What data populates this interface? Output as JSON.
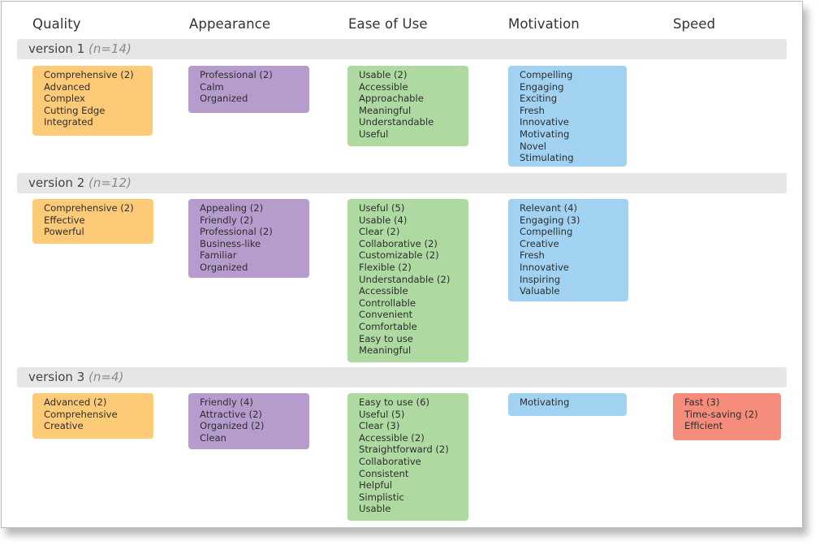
{
  "colors": {
    "quality": "#fdca77",
    "appearance": "#b69ccd",
    "ease_of_use": "#aed9a0",
    "motivation": "#a1d2f1",
    "speed": "#f68c7c",
    "version_bar": "#e6e6e6"
  },
  "columns": [
    "Quality",
    "Appearance",
    "Ease of Use",
    "Motivation",
    "Speed"
  ],
  "versions": [
    {
      "label": "version 1",
      "n": "(n=14)",
      "quality": [
        "Comprehensive (2)",
        "Advanced",
        "Complex",
        "Cutting Edge",
        "Integrated"
      ],
      "appearance": [
        "Professional (2)",
        "Calm",
        "Organized"
      ],
      "ease_of_use": [
        "Usable (2)",
        "Accessible",
        "Approachable",
        "Meaningful",
        "Understandable",
        "Useful"
      ],
      "motivation": [
        "Compelling",
        "Engaging",
        "Exciting",
        "Fresh",
        "Innovative",
        "Motivating",
        "Novel",
        "Stimulating"
      ],
      "speed": []
    },
    {
      "label": "version 2",
      "n": "(n=12)",
      "quality": [
        "Comprehensive (2)",
        "Effective",
        "Powerful"
      ],
      "appearance": [
        "Appealing (2)",
        "Friendly (2)",
        "Professional (2)",
        "Business-like",
        "Familiar",
        "Organized"
      ],
      "ease_of_use": [
        "Useful (5)",
        "Usable (4)",
        "Clear (2)",
        "Collaborative (2)",
        "Customizable (2)",
        "Flexible (2)",
        "Understandable (2)",
        "Accessible",
        "Controllable",
        "Convenient",
        "Comfortable",
        "Easy to use",
        "Meaningful"
      ],
      "motivation": [
        "Relevant (4)",
        "Engaging (3)",
        "Compelling",
        "Creative",
        "Fresh",
        "Innovative",
        "Inspiring",
        "Valuable"
      ],
      "speed": []
    },
    {
      "label": "version 3",
      "n": "(n=4)",
      "quality": [
        "Advanced (2)",
        "Comprehensive",
        "Creative"
      ],
      "appearance": [
        "Friendly (4)",
        "Attractive (2)",
        "Organized (2)",
        "Clean"
      ],
      "ease_of_use": [
        "Easy to use (6)",
        "Useful (5)",
        "Clear (3)",
        "Accessible (2)",
        "Straightforward (2)",
        "Collaborative",
        "Consistent",
        "Helpful",
        "Simplistic",
        "Usable"
      ],
      "motivation": [
        "Motivating"
      ],
      "speed": [
        "Fast (3)",
        "Time-saving (2)",
        "Efficient"
      ]
    }
  ]
}
